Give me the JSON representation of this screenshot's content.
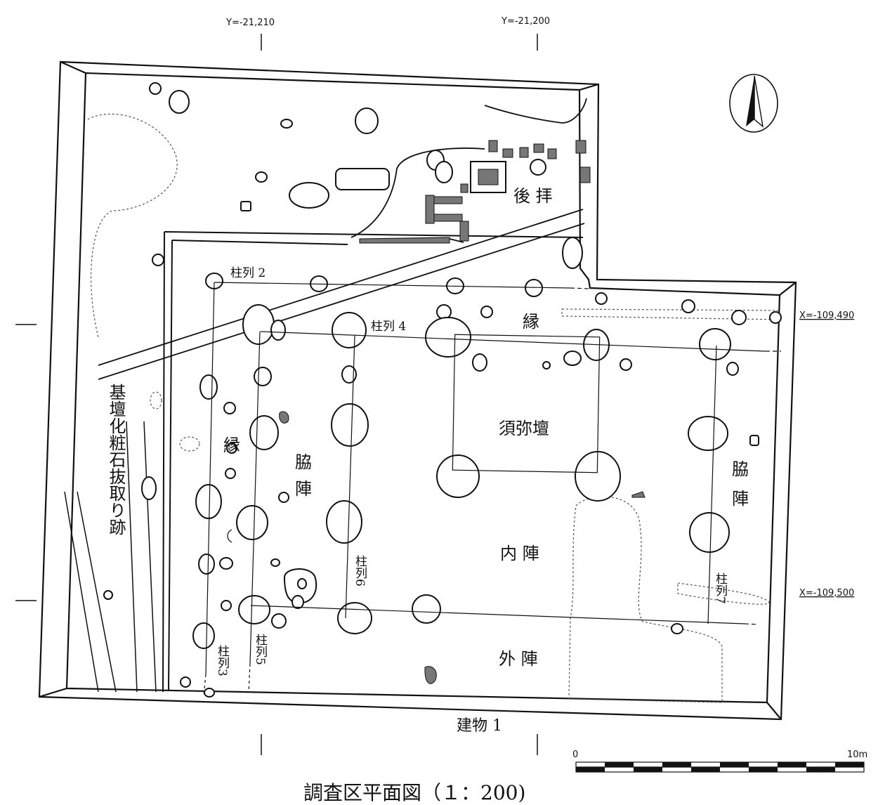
{
  "coords": {
    "y_left": "Y=-21,210",
    "y_right": "Y=-21,200",
    "x_top": "X=-109,490",
    "x_bottom": "X=-109,500"
  },
  "labels": {
    "kohai": "後 拝",
    "en_top": "縁",
    "en_left": "縁",
    "shumidan": "須弥壇",
    "wakijin_left_1": "脇",
    "wakijin_left_2": "陣",
    "wakijin_right_1": "脇",
    "wakijin_right_2": "陣",
    "naijin": "内 陣",
    "gejin": "外 陣",
    "kidan": "基壇化粧石抜取り跡"
  },
  "column_rows": {
    "r2": "柱列 2",
    "r4": "柱列 4",
    "r3": "柱列3",
    "r5": "柱列5",
    "r6": "柱列6",
    "r7": "柱列7"
  },
  "building": "建物 1",
  "scale": {
    "zero": "0",
    "end": "10m"
  },
  "title": "調査区平面図（１：200)",
  "north": "north-arrow-icon"
}
